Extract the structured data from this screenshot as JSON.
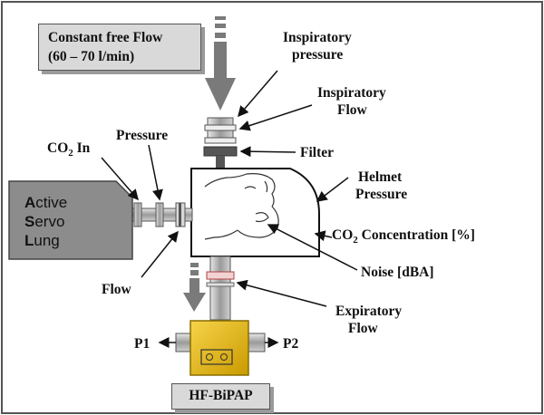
{
  "constant_flow": {
    "line1": "Constant free Flow",
    "line2": "(60 – 70 l/min)"
  },
  "labels": {
    "inspiratory_pressure_1": "Inspiratory",
    "inspiratory_pressure_2": "pressure",
    "inspiratory_flow_1": "Inspiratory",
    "inspiratory_flow_2": "Flow",
    "filter": "Filter",
    "co2_in_prefix": "CO",
    "co2_in_sub": "2",
    "co2_in_suffix": " In",
    "pressure": "Pressure",
    "helmet_pressure_1": "Helmet",
    "helmet_pressure_2": "Pressure",
    "co2_conc_prefix": "CO",
    "co2_conc_sub": "2",
    "co2_conc_suffix": " Concentration [%]",
    "flow": "Flow",
    "noise": "Noise [dBA]",
    "expiratory_flow_1": "Expiratory",
    "expiratory_flow_2": "Flow",
    "p1": "P1",
    "p2": "P2"
  },
  "asl": {
    "a_initial": "A",
    "a_rest": "ctive",
    "s_initial": "S",
    "s_rest": "ervo",
    "l_initial": "L",
    "l_rest": "ung"
  },
  "bipap": {
    "label": "HF-BiPAP"
  },
  "colors": {
    "frame": "#4a4a4a",
    "asl_fill": "#8c8c8c",
    "box_fill": "#d9d9d9",
    "valve_yellow": "#e6b800",
    "tube_gray": "#b5b5b5",
    "arrow_gray": "#7a7a7a"
  }
}
